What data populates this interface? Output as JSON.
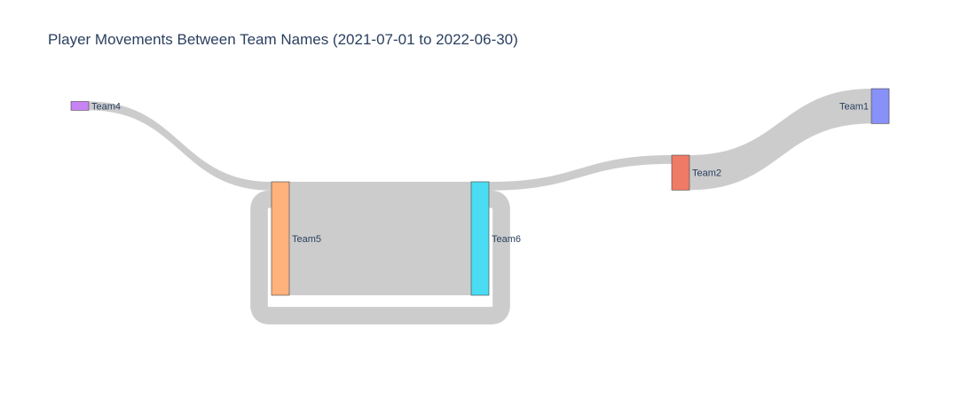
{
  "chart_data": {
    "type": "sankey",
    "title": "Player Movements Between Team Names (2021-07-01 to 2022-06-30)",
    "nodes": [
      {
        "id": "Team4",
        "label": "Team4",
        "color": "#c884f6"
      },
      {
        "id": "Team5",
        "label": "Team5",
        "color": "#ffb27c"
      },
      {
        "id": "Team6",
        "label": "Team6",
        "color": "#49dcf2"
      },
      {
        "id": "Team2",
        "label": "Team2",
        "color": "#ef7a66"
      },
      {
        "id": "Team1",
        "label": "Team1",
        "color": "#8791f8"
      }
    ],
    "links": [
      {
        "source": "Team4",
        "target": "Team5",
        "value": 1
      },
      {
        "source": "Team5",
        "target": "Team6",
        "value": 13
      },
      {
        "source": "Team6",
        "target": "Team5",
        "value": 2
      },
      {
        "source": "Team6",
        "target": "Team2",
        "value": 1
      },
      {
        "source": "Team2",
        "target": "Team1",
        "value": 4
      }
    ],
    "link_color": "#cccccc"
  }
}
